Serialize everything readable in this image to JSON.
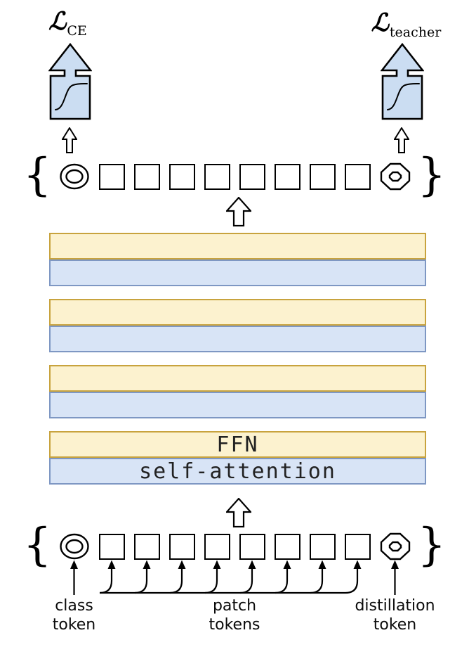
{
  "figure": {
    "loss_left": {
      "symbol": "ℒ",
      "subscript": "CE"
    },
    "loss_right": {
      "symbol": "ℒ",
      "subscript": "teacher"
    },
    "transformer": {
      "layers": [
        {
          "ffn_label": "",
          "attention_label": ""
        },
        {
          "ffn_label": "",
          "attention_label": ""
        },
        {
          "ffn_label": "",
          "attention_label": ""
        },
        {
          "ffn_label": "FFN",
          "attention_label": "self-attention"
        }
      ]
    },
    "tokens": {
      "patch_count": 8,
      "class_count": 1,
      "distillation_count": 1,
      "open_brace": "{",
      "close_brace": "}"
    },
    "captions": {
      "class_token": [
        "class",
        "token"
      ],
      "patch_tokens": [
        "patch",
        "tokens"
      ],
      "distillation_token": [
        "distillation",
        "token"
      ]
    },
    "colors": {
      "ffn_fill": "#FCF2CF",
      "ffn_border": "#C8A33E",
      "attention_fill": "#D8E4F6",
      "attention_border": "#7E97C3",
      "head_fill": "#CBDDF2",
      "outline": "#000000"
    }
  }
}
